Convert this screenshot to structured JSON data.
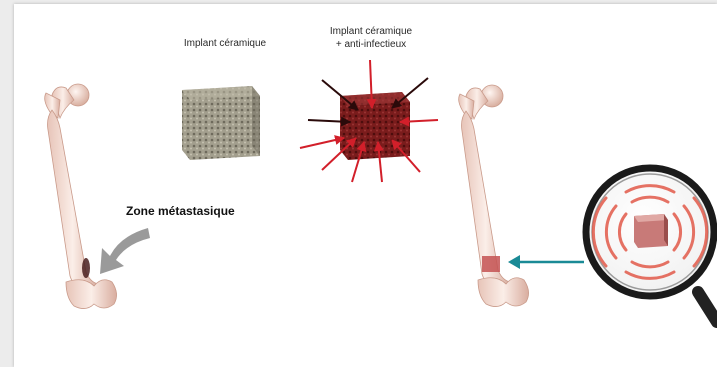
{
  "labels": {
    "ceramic_implant": "Implant céramique",
    "ceramic_anti_line1": "Implant céramique",
    "ceramic_anti_line2": "+ anti-infectieux",
    "metastatic_zone": "Zone métastasique"
  },
  "icons": {
    "left_bone": "femur-icon",
    "right_bone": "femur-icon",
    "porous_cube": "ceramic-cube-icon",
    "red_cube": "antiinfective-cube-icon",
    "magnifier": "magnifying-glass-icon"
  },
  "colors": {
    "bone": "#f2d8cf",
    "metastasis": "#5a2a2a",
    "implant_red": "#7a1c1c",
    "arrow_teal": "#1a8a96",
    "ring_red": "#e25a4a"
  }
}
